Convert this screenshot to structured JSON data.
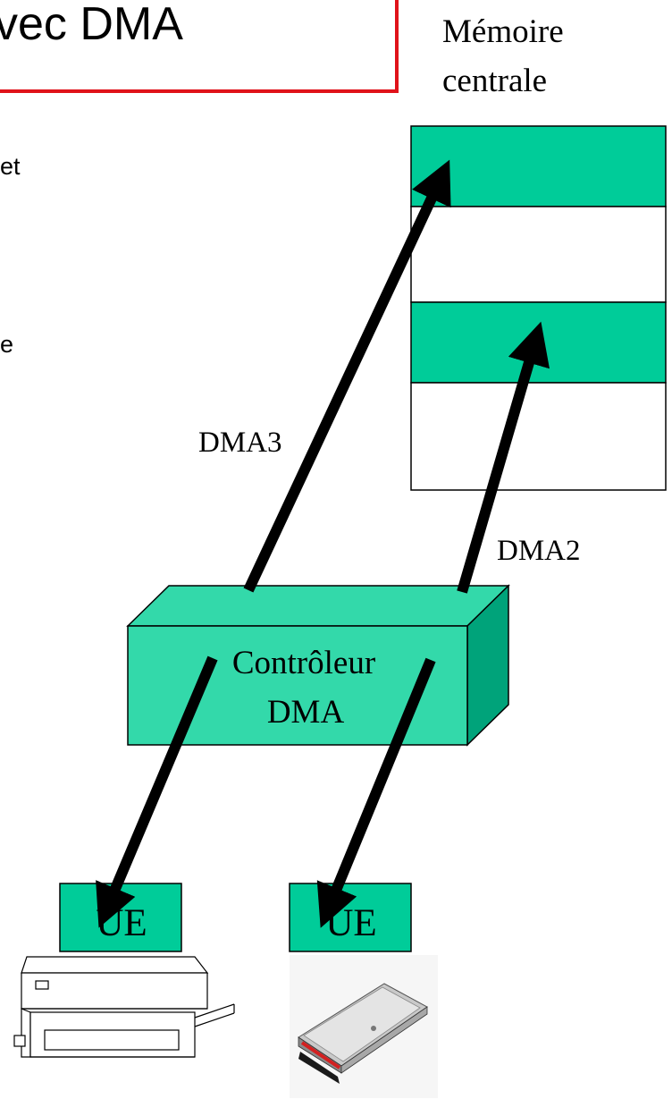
{
  "slide": {
    "title_fragment": "vec DMA",
    "left_text_fragments": [
      "et",
      "e"
    ]
  },
  "memory": {
    "label_line1": "Mémoire",
    "label_line2": "centrale",
    "block_color": "#00cc99"
  },
  "controller": {
    "label_line1": "Contrôleur",
    "label_line2": "DMA",
    "front_color": "#33d9aa",
    "side_color": "#00a37a"
  },
  "channels": {
    "dma3": "DMA3",
    "dma2": "DMA2"
  },
  "devices": {
    "ue_left": "UE",
    "ue_right": "UE",
    "printer_icon": "printer-icon",
    "disk_drive_icon": "external-disk-drive-icon"
  },
  "colors": {
    "title_border": "#e0121a",
    "arrow": "#000000"
  }
}
